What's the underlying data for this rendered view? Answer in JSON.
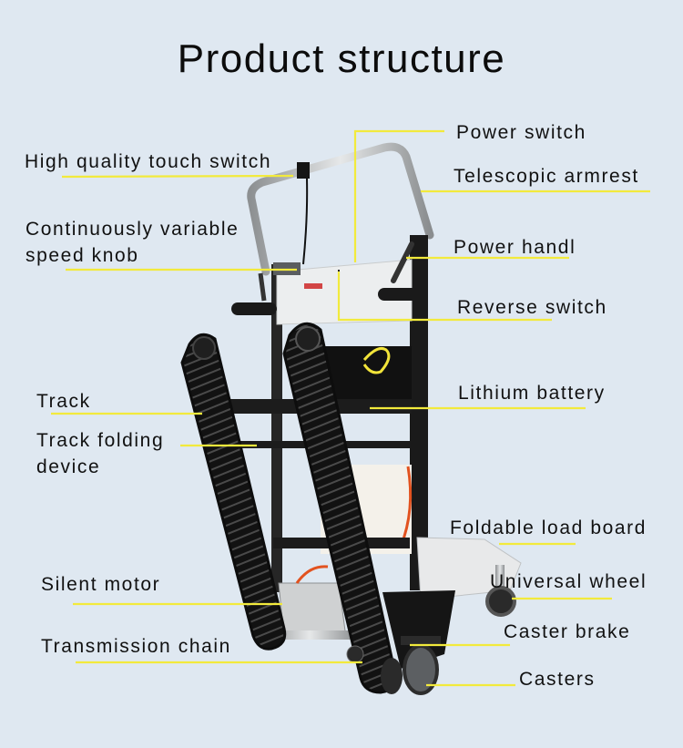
{
  "title": "Product structure",
  "colors": {
    "background": "#dfe8f1",
    "leader_line": "#f2ea3c",
    "text": "#111111",
    "frame": "#1b1b1b",
    "steel": "#b9bcbe",
    "cable": "#e2521f"
  },
  "callouts_left": [
    {
      "id": "touch-switch",
      "text": "High quality touch switch"
    },
    {
      "id": "speed-knob",
      "lines": [
        "Continuously variable",
        "speed knob"
      ]
    },
    {
      "id": "track",
      "text": "Track"
    },
    {
      "id": "track-folding",
      "lines": [
        "Track folding",
        "device"
      ]
    },
    {
      "id": "silent-motor",
      "text": "Silent motor"
    },
    {
      "id": "transmission-chain",
      "text": "Transmission chain"
    }
  ],
  "callouts_right": [
    {
      "id": "power-switch",
      "text": "Power switch"
    },
    {
      "id": "telescopic-armrest",
      "text": "Telescopic armrest"
    },
    {
      "id": "power-handle",
      "text": "Power handl"
    },
    {
      "id": "reverse-switch",
      "text": "Reverse switch"
    },
    {
      "id": "lithium-battery",
      "text": "Lithium battery"
    },
    {
      "id": "load-board",
      "text": "Foldable load board"
    },
    {
      "id": "universal-wheel",
      "text": "Universal wheel"
    },
    {
      "id": "caster-brake",
      "text": "Caster brake"
    },
    {
      "id": "casters",
      "text": "Casters"
    }
  ]
}
